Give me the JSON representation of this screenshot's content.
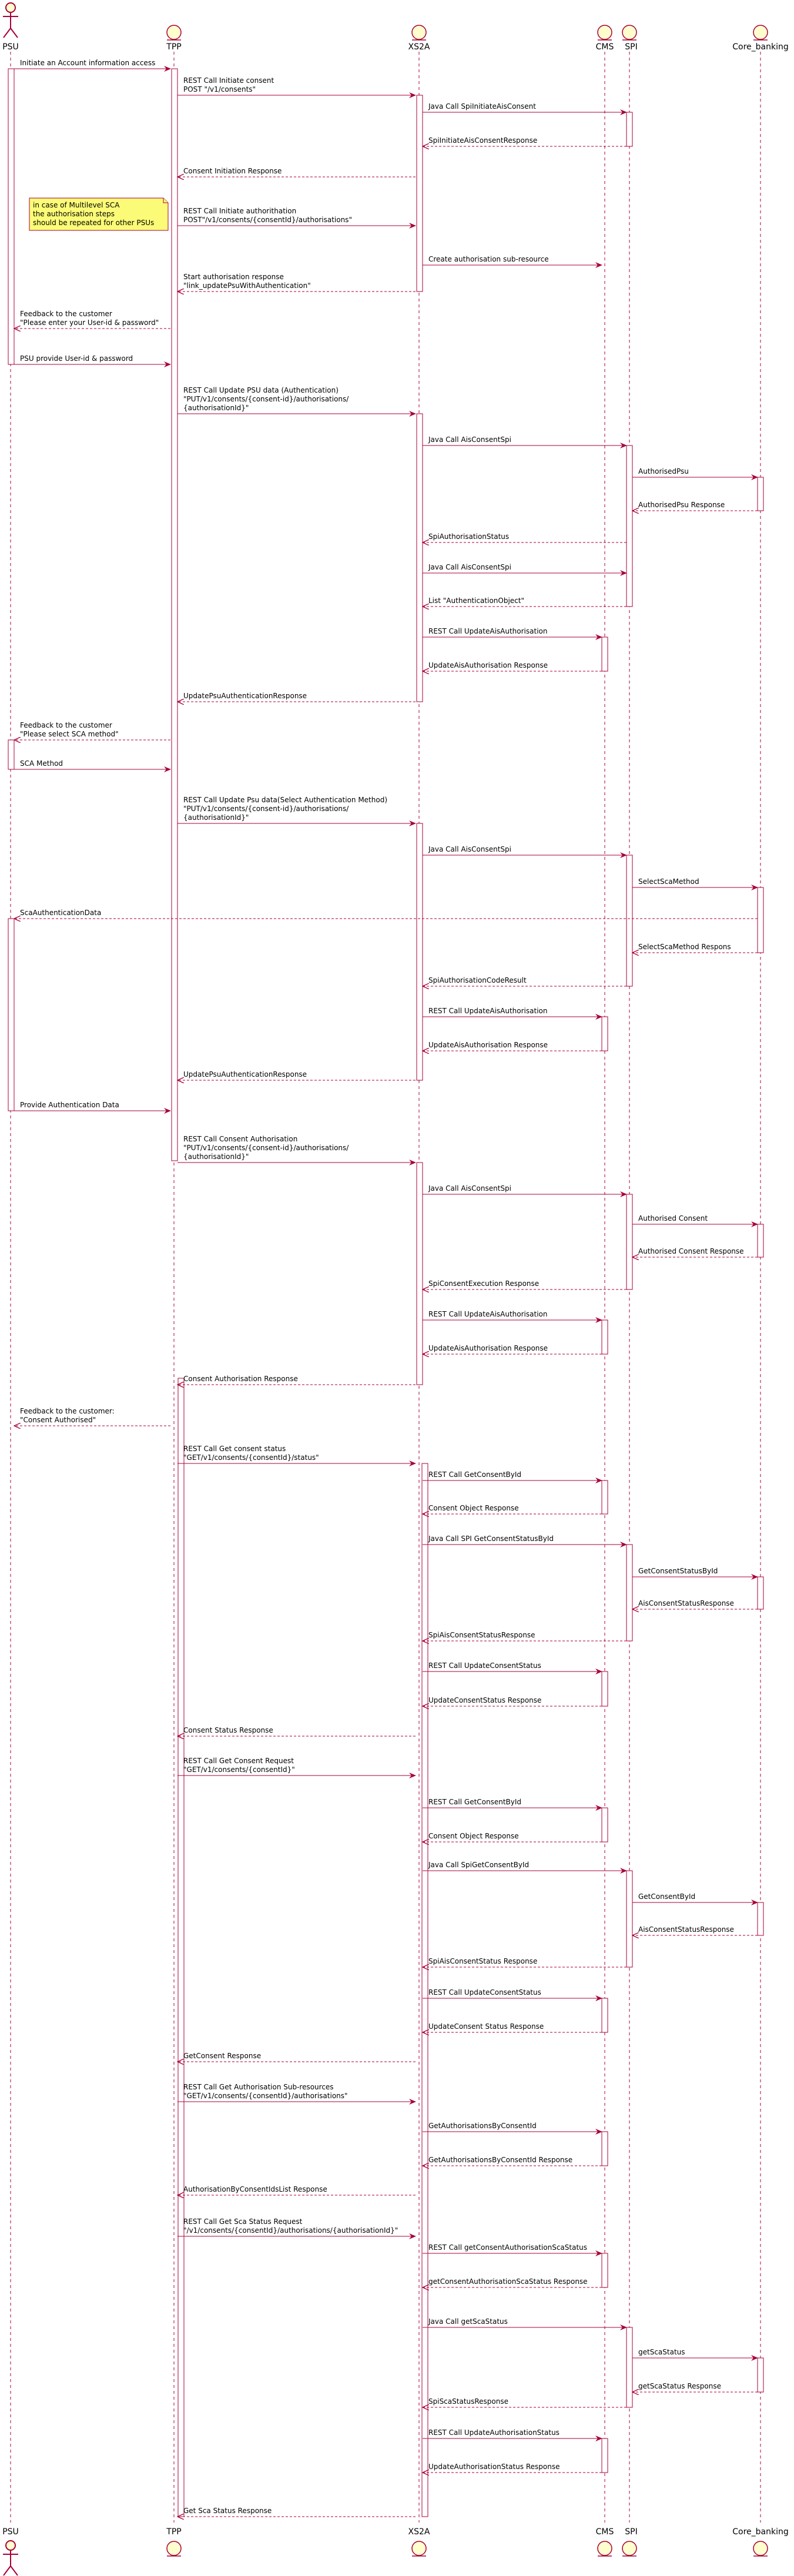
{
  "colors": {
    "arrow": "#A80036",
    "lifeline": "#A80036",
    "actor_fill": "#FEFECE",
    "activation_fill": "#FFFFFF",
    "note_fill": "#FBFB77",
    "text": "#000000"
  },
  "participants": [
    {
      "id": "PSU",
      "label": "PSU",
      "kind": "actor"
    },
    {
      "id": "TPP",
      "label": "TPP",
      "kind": "entity"
    },
    {
      "id": "XS2A",
      "label": "XS2A",
      "kind": "entity"
    },
    {
      "id": "CMS",
      "label": "CMS",
      "kind": "entity"
    },
    {
      "id": "SPI",
      "label": "SPI",
      "kind": "entity"
    },
    {
      "id": "Core_banking",
      "label": "Core_banking",
      "kind": "entity"
    }
  ],
  "note": {
    "lines": [
      "in case of Multilevel SCA",
      "the authorisation steps",
      "should be repeated for other PSUs"
    ]
  },
  "messages": [
    {
      "from": "PSU",
      "to": "TPP",
      "dashed": false,
      "lines": [
        "Initiate an Account information access"
      ]
    },
    {
      "from": "TPP",
      "to": "XS2A",
      "dashed": false,
      "lines": [
        "REST Call Initiate consent",
        "POST \"/v1/consents\""
      ]
    },
    {
      "from": "XS2A",
      "to": "SPI",
      "dashed": false,
      "lines": [
        "Java Call SpiInitiateAisConsent"
      ]
    },
    {
      "from": "SPI",
      "to": "XS2A",
      "dashed": true,
      "lines": [
        "SpiInitiateAisConsentResponse"
      ]
    },
    {
      "from": "XS2A",
      "to": "TPP",
      "dashed": true,
      "lines": [
        "Consent Initiation Response"
      ]
    },
    {
      "from": "TPP",
      "to": "XS2A",
      "dashed": false,
      "lines": [
        "REST Call Initiate authorithation",
        "POST\"/v1/consents/{consentId}/authorisations\""
      ]
    },
    {
      "from": "XS2A",
      "to": "CMS",
      "dashed": false,
      "lines": [
        "Create authorisation sub-resource"
      ]
    },
    {
      "from": "XS2A",
      "to": "TPP",
      "dashed": true,
      "lines": [
        "Start authorisation response",
        "\"link_updatePsuWithAuthentication\""
      ]
    },
    {
      "from": "TPP",
      "to": "PSU",
      "dashed": true,
      "lines": [
        "Feedback to the customer",
        "\"Please enter your User-id & password\""
      ]
    },
    {
      "from": "PSU",
      "to": "TPP",
      "dashed": false,
      "lines": [
        "PSU provide User-id & password"
      ]
    },
    {
      "from": "TPP",
      "to": "XS2A",
      "dashed": false,
      "lines": [
        "REST Call Update PSU data (Authentication)",
        "\"PUT/v1/consents/{consent-id}/authorisations/",
        "{authorisationId}\""
      ]
    },
    {
      "from": "XS2A",
      "to": "SPI",
      "dashed": false,
      "lines": [
        "Java Call AisConsentSpi"
      ]
    },
    {
      "from": "SPI",
      "to": "Core_banking",
      "dashed": false,
      "lines": [
        "AuthorisedPsu"
      ]
    },
    {
      "from": "Core_banking",
      "to": "SPI",
      "dashed": true,
      "lines": [
        "AuthorisedPsu Response"
      ]
    },
    {
      "from": "SPI",
      "to": "XS2A",
      "dashed": true,
      "lines": [
        "SpiAuthorisationStatus"
      ]
    },
    {
      "from": "XS2A",
      "to": "SPI",
      "dashed": false,
      "lines": [
        "Java Call AisConsentSpi"
      ]
    },
    {
      "from": "SPI",
      "to": "XS2A",
      "dashed": true,
      "lines": [
        "List \"AuthenticationObject\""
      ]
    },
    {
      "from": "XS2A",
      "to": "CMS",
      "dashed": false,
      "lines": [
        "REST Call UpdateAisAuthorisation"
      ]
    },
    {
      "from": "CMS",
      "to": "XS2A",
      "dashed": true,
      "lines": [
        "UpdateAisAuthorisation Response"
      ]
    },
    {
      "from": "XS2A",
      "to": "TPP",
      "dashed": true,
      "lines": [
        "UpdatePsuAuthenticationResponse"
      ]
    },
    {
      "from": "TPP",
      "to": "PSU",
      "dashed": true,
      "lines": [
        "Feedback to the customer",
        "\"Please select SCA method\""
      ]
    },
    {
      "from": "PSU",
      "to": "TPP",
      "dashed": false,
      "lines": [
        "SCA Method"
      ]
    },
    {
      "from": "TPP",
      "to": "XS2A",
      "dashed": false,
      "lines": [
        "REST Call Update Psu data(Select Authentication Method)",
        "\"PUT/v1/consents/{consent-id}/authorisations/",
        "{authorisationId}\""
      ]
    },
    {
      "from": "XS2A",
      "to": "SPI",
      "dashed": false,
      "lines": [
        "Java Call AisConsentSpi"
      ]
    },
    {
      "from": "SPI",
      "to": "Core_banking",
      "dashed": false,
      "lines": [
        "SelectScaMethod"
      ]
    },
    {
      "from": "Core_banking",
      "to": "PSU",
      "dashed": true,
      "lines": [
        "ScaAuthenticationData"
      ]
    },
    {
      "from": "Core_banking",
      "to": "SPI",
      "dashed": true,
      "lines": [
        "SelectScaMethod Respons"
      ]
    },
    {
      "from": "SPI",
      "to": "XS2A",
      "dashed": true,
      "lines": [
        "SpiAuthorisationCodeResult"
      ]
    },
    {
      "from": "XS2A",
      "to": "CMS",
      "dashed": false,
      "lines": [
        "REST Call UpdateAisAuthorisation"
      ]
    },
    {
      "from": "CMS",
      "to": "XS2A",
      "dashed": true,
      "lines": [
        "UpdateAisAuthorisation Response"
      ]
    },
    {
      "from": "XS2A",
      "to": "TPP",
      "dashed": true,
      "lines": [
        "UpdatePsuAuthenticationResponse"
      ]
    },
    {
      "from": "PSU",
      "to": "TPP",
      "dashed": false,
      "lines": [
        "Provide Authentication Data"
      ]
    },
    {
      "from": "TPP",
      "to": "XS2A",
      "dashed": false,
      "lines": [
        "REST Call Consent Authorisation",
        "\"PUT/v1/consents/{consent-id}/authorisations/",
        "{authorisationId}\""
      ]
    },
    {
      "from": "XS2A",
      "to": "SPI",
      "dashed": false,
      "lines": [
        "Java Call AisConsentSpi"
      ]
    },
    {
      "from": "SPI",
      "to": "Core_banking",
      "dashed": false,
      "lines": [
        "Authorised Consent"
      ]
    },
    {
      "from": "Core_banking",
      "to": "SPI",
      "dashed": true,
      "lines": [
        "Authorised Consent Response"
      ]
    },
    {
      "from": "SPI",
      "to": "XS2A",
      "dashed": true,
      "lines": [
        "SpiConsentExecution Response"
      ]
    },
    {
      "from": "XS2A",
      "to": "CMS",
      "dashed": false,
      "lines": [
        "REST Call UpdateAisAuthorisation"
      ]
    },
    {
      "from": "CMS",
      "to": "XS2A",
      "dashed": true,
      "lines": [
        "UpdateAisAuthorisation Response"
      ]
    },
    {
      "from": "XS2A",
      "to": "TPP",
      "dashed": true,
      "lines": [
        "Consent Authorisation Response"
      ]
    },
    {
      "from": "TPP",
      "to": "PSU",
      "dashed": true,
      "lines": [
        "Feedback to the customer:",
        "\"Consent Authorised\""
      ]
    },
    {
      "from": "TPP",
      "to": "XS2A",
      "dashed": false,
      "lines": [
        "REST Call Get consent status",
        "\"GET/v1/consents/{consentId}/status\""
      ]
    },
    {
      "from": "XS2A",
      "to": "CMS",
      "dashed": false,
      "lines": [
        "REST Call GetConsentById"
      ]
    },
    {
      "from": "CMS",
      "to": "XS2A",
      "dashed": true,
      "lines": [
        "Consent Object Response"
      ]
    },
    {
      "from": "XS2A",
      "to": "SPI",
      "dashed": false,
      "lines": [
        "Java Call SPI GetConsentStatusById"
      ]
    },
    {
      "from": "SPI",
      "to": "Core_banking",
      "dashed": false,
      "lines": [
        "GetConsentStatusById"
      ]
    },
    {
      "from": "Core_banking",
      "to": "SPI",
      "dashed": true,
      "lines": [
        "AisConsentStatusResponse"
      ]
    },
    {
      "from": "SPI",
      "to": "XS2A",
      "dashed": true,
      "lines": [
        "SpiAisConsentStatusResponse"
      ]
    },
    {
      "from": "XS2A",
      "to": "CMS",
      "dashed": false,
      "lines": [
        "REST Call UpdateConsentStatus"
      ]
    },
    {
      "from": "CMS",
      "to": "XS2A",
      "dashed": true,
      "lines": [
        "UpdateConsentStatus Response"
      ]
    },
    {
      "from": "XS2A",
      "to": "TPP",
      "dashed": true,
      "lines": [
        "Consent Status Response"
      ]
    },
    {
      "from": "TPP",
      "to": "XS2A",
      "dashed": false,
      "lines": [
        "REST Call Get Consent Request",
        "\"GET/v1/consents/{consentId}\""
      ]
    },
    {
      "from": "XS2A",
      "to": "CMS",
      "dashed": false,
      "lines": [
        "REST Call GetConsentById"
      ]
    },
    {
      "from": "CMS",
      "to": "XS2A",
      "dashed": true,
      "lines": [
        "Consent Object Response"
      ]
    },
    {
      "from": "XS2A",
      "to": "SPI",
      "dashed": false,
      "lines": [
        "Java Call SpiGetConsentById"
      ]
    },
    {
      "from": "SPI",
      "to": "Core_banking",
      "dashed": false,
      "lines": [
        "GetConsentById"
      ]
    },
    {
      "from": "Core_banking",
      "to": "SPI",
      "dashed": true,
      "lines": [
        "AisConsentStatusResponse"
      ]
    },
    {
      "from": "SPI",
      "to": "XS2A",
      "dashed": true,
      "lines": [
        "SpiAisConsentStatus Response"
      ]
    },
    {
      "from": "XS2A",
      "to": "CMS",
      "dashed": false,
      "lines": [
        "REST Call UpdateConsentStatus"
      ]
    },
    {
      "from": "CMS",
      "to": "XS2A",
      "dashed": true,
      "lines": [
        "UpdateConsent Status Response"
      ]
    },
    {
      "from": "XS2A",
      "to": "TPP",
      "dashed": true,
      "lines": [
        "GetConsent Response"
      ]
    },
    {
      "from": "TPP",
      "to": "XS2A",
      "dashed": false,
      "lines": [
        "REST Call Get Authorisation Sub-resources",
        "\"GET/v1/consents/{consentId}/authorisations\""
      ]
    },
    {
      "from": "XS2A",
      "to": "CMS",
      "dashed": false,
      "lines": [
        "GetAuthorisationsByConsentId"
      ]
    },
    {
      "from": "CMS",
      "to": "XS2A",
      "dashed": true,
      "lines": [
        "GetAuthorisationsByConsentId Response"
      ]
    },
    {
      "from": "XS2A",
      "to": "TPP",
      "dashed": true,
      "lines": [
        "AuthorisationByConsentIdsList Response"
      ]
    },
    {
      "from": "TPP",
      "to": "XS2A",
      "dashed": false,
      "lines": [
        "REST Call Get Sca Status Request",
        "\"/v1/consents/{consentId}/authorisations/{authorisationId}\""
      ]
    },
    {
      "from": "XS2A",
      "to": "CMS",
      "dashed": false,
      "lines": [
        "REST Call getConsentAuthorisationScaStatus"
      ]
    },
    {
      "from": "CMS",
      "to": "XS2A",
      "dashed": true,
      "lines": [
        "getConsentAuthorisationScaStatus Response"
      ]
    },
    {
      "from": "XS2A",
      "to": "SPI",
      "dashed": false,
      "lines": [
        "Java Call getScaStatus"
      ]
    },
    {
      "from": "SPI",
      "to": "Core_banking",
      "dashed": false,
      "lines": [
        "getScaStatus"
      ]
    },
    {
      "from": "Core_banking",
      "to": "SPI",
      "dashed": true,
      "lines": [
        "getScaStatus Response"
      ]
    },
    {
      "from": "SPI",
      "to": "XS2A",
      "dashed": true,
      "lines": [
        "SpiScaStatusResponse"
      ]
    },
    {
      "from": "XS2A",
      "to": "CMS",
      "dashed": false,
      "lines": [
        "REST Call UpdateAuthorisationStatus"
      ]
    },
    {
      "from": "CMS",
      "to": "XS2A",
      "dashed": true,
      "lines": [
        "UpdateAuthorisationStatus Response"
      ]
    },
    {
      "from": "XS2A",
      "to": "TPP",
      "dashed": true,
      "lines": [
        "Get Sca Status Response"
      ]
    }
  ]
}
